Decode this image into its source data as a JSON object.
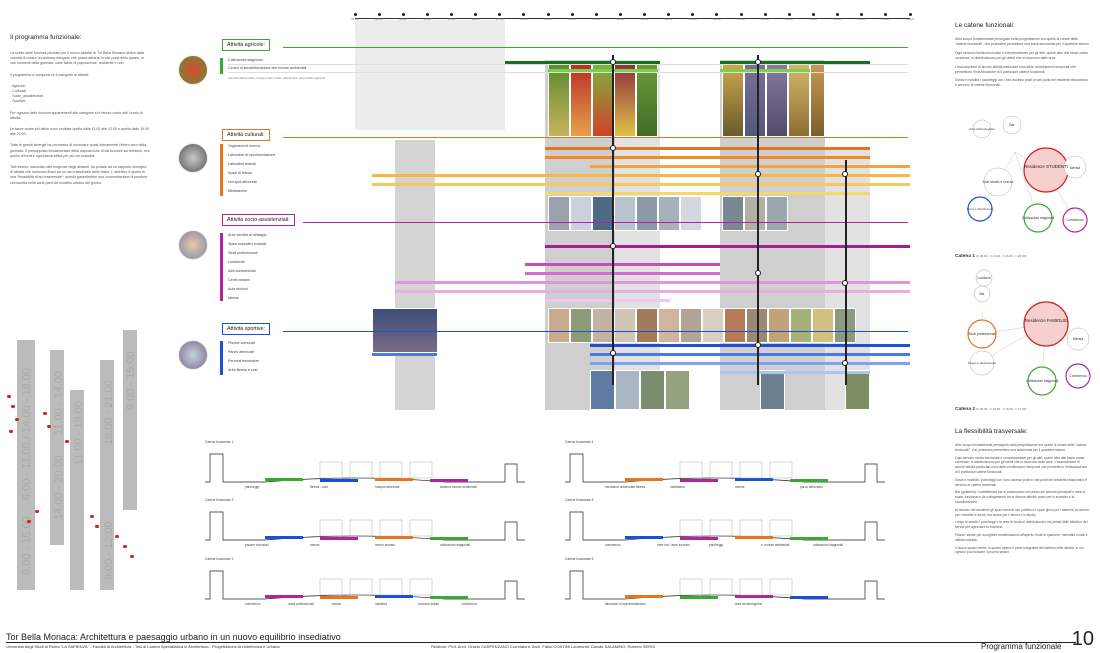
{
  "left": {
    "heading": "Il programma funzionale:",
    "p1": "La scelta delle funzioni pensate per il nuovo assetto di Tor Bella Monaca deriva dalla volontà di creare un sistema integrato che possa attrarre in vari punti dello spazio, in vari momenti della giornata, varie fasce di popolazione, residente e non.",
    "p2": "Il programma si compone di 4 categorie di attività:",
    "list": [
      "- Agricole;",
      "- Culturali;",
      "- Socio_assistenziali;",
      "- Sportive."
    ],
    "p3": "Per ognuna delle funzioni appartenenti alle categorie si è tenuto conto dell' orario di attività.",
    "p4": "Le fasce orarie più attive sono risultate quella dalle 11.00 alle 13.00 e quella dalle 16.00 alle 20.00.",
    "p5": "Tutte le grandi sinergie ha permesso di incrociare quasi interamente l'intero arco della giornata. Il presupposto fondamentale della disposizione di tali funzioni sul territorio, era quello di fornire ogni fascia attiva per più ore possibili.",
    "p6": "Tale intento, associato alle esigenze degli abitanti, ha portato ad un rapporto sinergico di attività che inducono flussi ad un uso trasversale delle fasce. L'obiettivo è quello di una \"flessibilità d'uso trasversale\": questo garantirebbe una concentrazione di persone circoscritta nelle varie parti del modello urbano del giorno."
  },
  "timeline": {
    "times": [
      "01.00",
      "02.00",
      "03.00",
      "04.00",
      "05.00",
      "06.00",
      "07.00",
      "08.00",
      "09.00",
      "10.00",
      "11.00",
      "12.00",
      "13.00",
      "14.00",
      "15.00",
      "16.00",
      "17.00",
      "18.00",
      "19.00",
      "20.00",
      "21.00",
      "22.00",
      "23.00",
      "24.00"
    ]
  },
  "categories": [
    {
      "title": "Attività agricole:",
      "color": "#3aa832",
      "items": [
        "Coltivazioni stagionali",
        "Centro di sensibilizzazione alle risorse ambientali"
      ],
      "note": "(raccolta differenziata, recupero dell' umido, utilizzazione del prodotto agricolo)"
    },
    {
      "title": "Attività culturali:",
      "color": "#e8741c",
      "items": [
        "Organismi di ricerca",
        "Laboratori di sperimentazione",
        "Laboratori teatrali",
        "Spazi di lettura",
        "Hot spot attrezzati",
        "Mediateche"
      ]
    },
    {
      "title": "Attività socio-assistenziali:",
      "color": "#b0249e",
      "items": [
        "Aree vendita al dettaglio",
        "Spazi espositivi museali",
        "Studi professionali",
        "Ludoteche",
        "Asili condominiali",
        "Centri anziani",
        "Aule riunioni",
        "Mense"
      ]
    },
    {
      "title": "Attività sportive:",
      "color": "#1b4fd6",
      "items": [
        "Piscine comunali",
        "Parchi attrezzati",
        "Percorsi benessere",
        "Aree fitness e cosi"
      ]
    }
  ],
  "left_timetable": [
    "6.00 - 11.00 / 14.00 - 18.00",
    "11.00 - 14.00",
    "11.00 - 19.00",
    "14.00 - 20.00",
    "8.00 - 16.00",
    "18.00 - 21.00",
    "9.00 - 15.00",
    "9.00 - 12.00"
  ],
  "sections": [
    {
      "title": "Catena funzionale 1",
      "labels": [
        "parcheggi",
        "fitness - cosi",
        "hotspot attrezzati",
        "sistema risorse ambientali"
      ]
    },
    {
      "title": "Catena funzionale 2",
      "labels": [
        "piscine comunali",
        "mense",
        "centro anziani",
        "coltivazioni stagionali"
      ]
    },
    {
      "title": "Catena funzionale 3",
      "labels": [
        "commercio",
        "studi professionali",
        "mense",
        "ludoteca",
        "percorsi salute",
        "commercio"
      ]
    },
    {
      "title": "Catena funzionale 4",
      "labels": [
        "incubatori universitari fitness",
        "mediateca",
        "mense",
        "parco attrezzato"
      ]
    },
    {
      "title": "Catena funzionale 5",
      "labels": [
        "commercio",
        "aree bar / aree incontro",
        "parcheggi",
        "s. risorse ambientali",
        "coltivazioni stagionali"
      ]
    },
    {
      "title": "Catena funzionale 6",
      "labels": [
        "laboratori di sperimentazione",
        "aree archeologiche"
      ]
    }
  ],
  "right": {
    "heading1": "Le catene funzionali:",
    "p1": "Altro scopo fondamentale perseguito nella progettazione era quello di creare delle \"catene funzionali\", che potessero permettere una sorta autonomia per il quartiere stesso.",
    "p2": "Ogni servizio risulta funzionale e complementare per gli altri, quindi oltre alle fasce orarie connesse, si distribuiscono per gli utenti che si muovono dalle aree.",
    "p3": "L'associazione di alcune attività particolari crea delle combinazioni temporali che permettono l'individuazione di 6 particolari catene funzionali.",
    "p4": "Sosta e mobilità / parcheggi con i loro accessi posti in vari punti dei residenti relazionano e servono le catene funzionali.",
    "chain1_center": "Residenze STUDENTI",
    "chain1_nodes": [
      "Bar",
      "Aree archeologiche",
      "Aule studio e ricerca",
      "Mensa",
      "Sport e divertimento",
      "Commercio",
      "Coltivazioni stagionali"
    ],
    "chain1_caption": "Catena 1",
    "chain1_hours": "(h 09.00 - h 13.00 - h 16.00 - h 20.00)",
    "chain2_center": "Residenze FAMIGLIE",
    "chain2_nodes": [
      "Ludoteca",
      "Bar",
      "Studi professionali",
      "Mensa",
      "Svago e divertimento",
      "Commercio",
      "Coltivazioni stagionali"
    ],
    "chain2_caption": "Catena 2",
    "chain2_hours": "(h 09.00 - h 13.00 - h 16.00 - h 17.00)",
    "heading2": "La flessibilità trasversale:",
    "p5": "Altro scopo fondamentale perseguito nella progettazione era quello di creare delle \"catene funzionali\", che potessero permettere una autonomia per il quartiere stesso.",
    "p6": "Ogni servizio risulta funzionale e complementare per gli altri, quindi oltre alle fasce orarie connesse, si distribuiscono per gli utenti che si muovono dalle aree. L'associazione di alcune attività particolari crea delle combinazioni temporali che permettono l'individuazione di 6 particolari catene funzionali.",
    "p7": "Sosta e mobilità / parcheggi con i loro accessi posti in vari punti dei residenti relazionano e servono le catene funzionali.",
    "p8": "Bar (gelateria): i caratteristici bar si posizionano nei pressi dei percorsi principali e aree di sosta, funzionano da collegamento tra le diverse attività, spazi per lo scambio e la socializzazione.",
    "p9": "Al servizio dei residenti: gli spazi verdi di uso pubblico e spazi gioco per i bambini, la ricerca, per i bambini e adulti, ma anche per il lavoro e lo studio.",
    "p10": "Lungo le strade: i parcheggi e le aree di sosta si distribuiscono nei pressi delle attività e dei servizi per agevolare la fruizione.",
    "p11": "Piazze: ideate per accogliere manifestazioni all'aperto, feste di quartiere, mercatini rionali e attività culturali.",
    "p12": "Il nuovo spazio verde: lo spazio aperto è parte integrante del sistema delle attività, in cui ognuno può ricavare il proprio spazio."
  },
  "footer": {
    "title": "Tor Bella Monaca: Architettura e paesaggio urbano in un nuovo equilibrio insediativo",
    "university": "Università degli Studi di Roma \"LA SAPIENZA\" - Facoltà di Architettura - Tesi di Laurea Specialistica in Architettura - Progettazione Architettonica e Urbana",
    "relatore": "Relatore: Prof. Arch. Orazio CARPENZANO   Correlatore: Arch. Fabio CONTINI   Laureandi: Davide SALAMINO, Roberto SERGI",
    "section_title": "Programma funzionale",
    "page": "10"
  }
}
